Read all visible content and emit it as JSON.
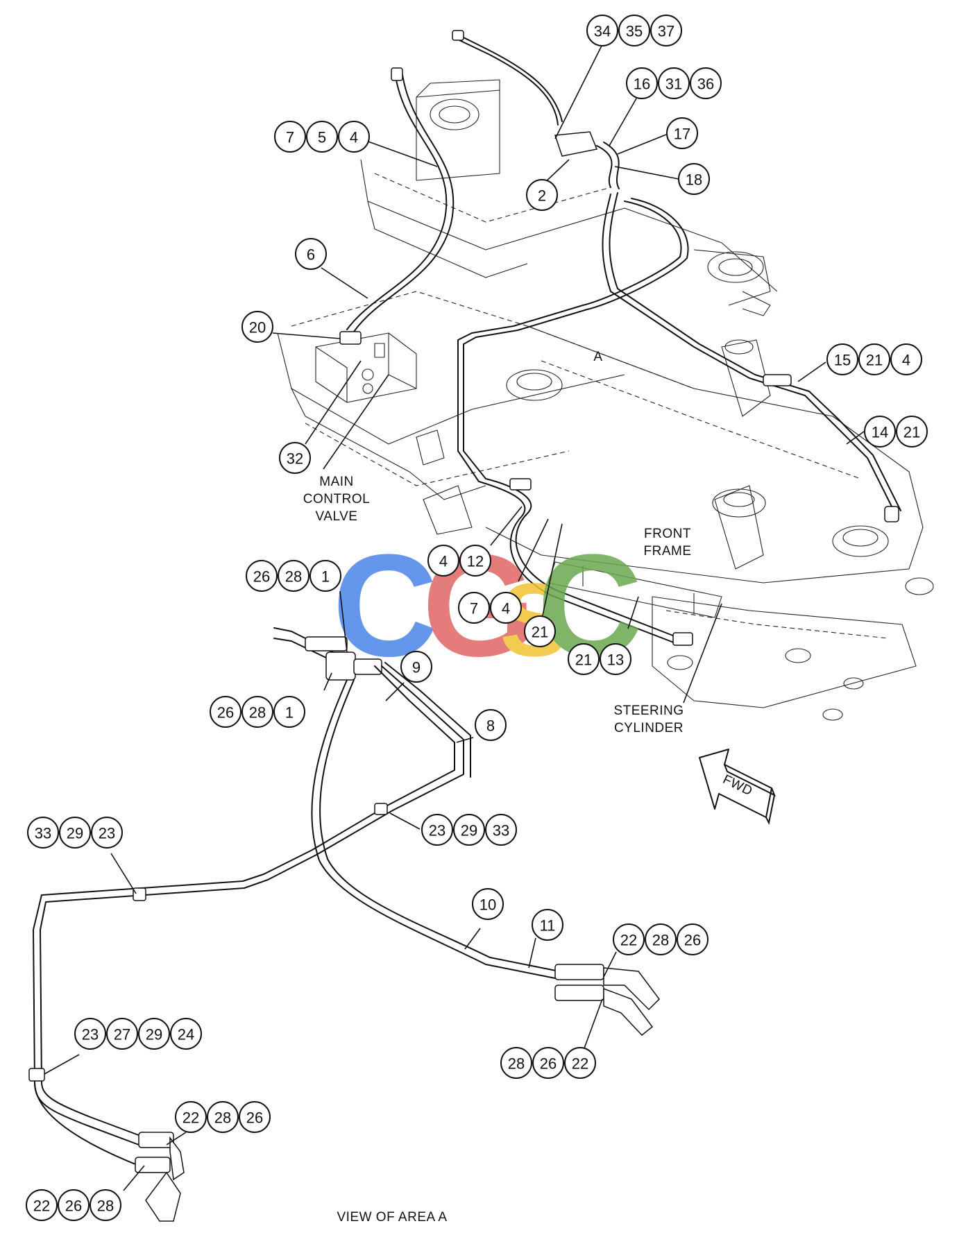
{
  "labels": {
    "view_a_marker": "A",
    "main_control_valve": [
      "MAIN",
      "CONTROL",
      "VALVE"
    ],
    "front_frame": [
      "FRONT",
      "FRAME"
    ],
    "steering_cylinder": [
      "STEERING",
      "CYLINDER"
    ],
    "fwd": "FWD",
    "view_caption": "VIEW OF AREA A"
  },
  "watermark": {
    "text": "CGSC",
    "colors": [
      "#4a86e8",
      "#e06666",
      "#f1c232",
      "#6aa84f"
    ]
  },
  "callout_groups": [
    {
      "id": "g-34-35-37",
      "numbers": [
        "34",
        "35",
        "37"
      ]
    },
    {
      "id": "g-16-31-36",
      "numbers": [
        "16",
        "31",
        "36"
      ]
    },
    {
      "id": "g-7-5-4",
      "numbers": [
        "7",
        "5",
        "4"
      ]
    },
    {
      "id": "g-17",
      "numbers": [
        "17"
      ]
    },
    {
      "id": "g-18",
      "numbers": [
        "18"
      ]
    },
    {
      "id": "g-2",
      "numbers": [
        "2"
      ]
    },
    {
      "id": "g-6",
      "numbers": [
        "6"
      ]
    },
    {
      "id": "g-20",
      "numbers": [
        "20"
      ]
    },
    {
      "id": "g-15-21-4",
      "numbers": [
        "15",
        "21",
        "4"
      ]
    },
    {
      "id": "g-14-21",
      "numbers": [
        "14",
        "21"
      ]
    },
    {
      "id": "g-32",
      "numbers": [
        "32"
      ]
    },
    {
      "id": "g-4-12",
      "numbers": [
        "4",
        "12"
      ]
    },
    {
      "id": "g-7-4",
      "numbers": [
        "7",
        "4"
      ]
    },
    {
      "id": "g-21",
      "numbers": [
        "21"
      ]
    },
    {
      "id": "g-21-13",
      "numbers": [
        "21",
        "13"
      ]
    },
    {
      "id": "g-26-28-1-top",
      "numbers": [
        "26",
        "28",
        "1"
      ]
    },
    {
      "id": "g-9",
      "numbers": [
        "9"
      ]
    },
    {
      "id": "g-26-28-1-mid",
      "numbers": [
        "26",
        "28",
        "1"
      ]
    },
    {
      "id": "g-8",
      "numbers": [
        "8"
      ]
    },
    {
      "id": "g-33-29-23",
      "numbers": [
        "33",
        "29",
        "23"
      ]
    },
    {
      "id": "g-23-29-33",
      "numbers": [
        "23",
        "29",
        "33"
      ]
    },
    {
      "id": "g-10",
      "numbers": [
        "10"
      ]
    },
    {
      "id": "g-11",
      "numbers": [
        "11"
      ]
    },
    {
      "id": "g-22-28-26-right",
      "numbers": [
        "22",
        "28",
        "26"
      ]
    },
    {
      "id": "g-28-26-22-right",
      "numbers": [
        "28",
        "26",
        "22"
      ]
    },
    {
      "id": "g-23-27-29-24",
      "numbers": [
        "23",
        "27",
        "29",
        "24"
      ]
    },
    {
      "id": "g-22-28-26-left",
      "numbers": [
        "22",
        "28",
        "26"
      ]
    },
    {
      "id": "g-22-26-28-left",
      "numbers": [
        "22",
        "26",
        "28"
      ]
    }
  ]
}
